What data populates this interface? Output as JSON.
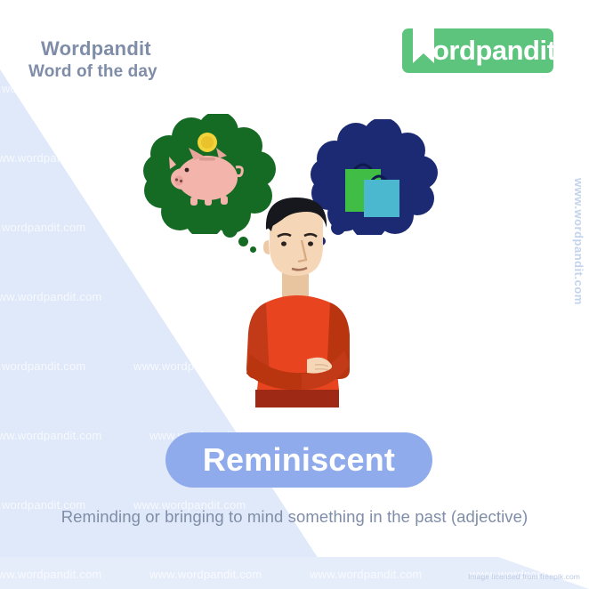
{
  "header": {
    "brand": "Wordpandit",
    "subtitle": "Word of the day"
  },
  "logo": {
    "text": "ordpandit",
    "mark_icon": "bookmark-icon",
    "background_color": "#5cc47d",
    "text_color": "#ffffff"
  },
  "illustration": {
    "character": {
      "name": "man-with-crossed-arms",
      "shirt_color": "#e8441f",
      "skin_color": "#f5d7b7",
      "hair_color": "#16181d"
    },
    "bubble_left": {
      "name": "thought-bubble-savings",
      "color": "#156b23",
      "contents": "piggy-bank-with-coin",
      "piggy_color": "#f3b4ac",
      "coin_color": "#f2d43a"
    },
    "bubble_right": {
      "name": "thought-bubble-shopping",
      "color": "#1b2a72",
      "contents": "shopping-bags",
      "bag1_color": "#3fbd45",
      "bag2_color": "#4bb8cf"
    }
  },
  "word": {
    "term": "Reminiscent",
    "definition": "Reminding or bringing to mind something in the past (adjective)",
    "pill_color": "#8fabec",
    "term_color": "#ffffff",
    "definition_color": "#7f8da8"
  },
  "watermark": {
    "text": "www.wordpandit.com",
    "vertical_text": "www.wordpandit.com"
  },
  "credit": {
    "text": "Image licensed from freepik.com"
  },
  "background": {
    "white": "#ffffff",
    "tint": "#e0e9f9"
  }
}
